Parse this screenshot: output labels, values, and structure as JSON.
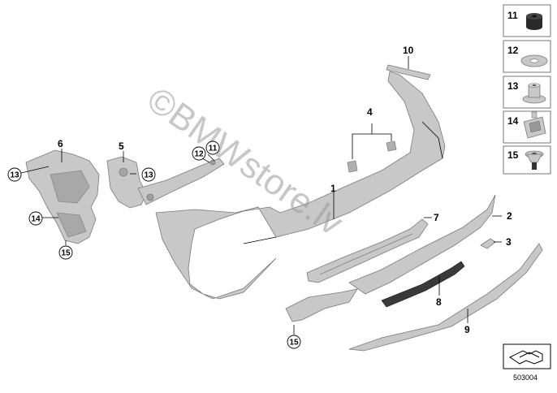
{
  "diagram": {
    "diagram_number": "503004",
    "watermark": "©BMWstore.lv",
    "callouts": [
      "1",
      "2",
      "3",
      "4",
      "5",
      "6",
      "7",
      "8",
      "9",
      "10"
    ],
    "circled_callouts": [
      "11",
      "12",
      "13",
      "13",
      "14",
      "15",
      "15"
    ],
    "legend": [
      {
        "number": "11",
        "icon": "rubber-bump-stop-icon"
      },
      {
        "number": "12",
        "icon": "flat-washer-icon"
      },
      {
        "number": "13",
        "icon": "plastic-nut-icon"
      },
      {
        "number": "14",
        "icon": "expanding-clip-icon"
      },
      {
        "number": "15",
        "icon": "screw-grommet-icon"
      }
    ],
    "colors": {
      "part": "#c8c8c8",
      "outline": "#7a7a7a",
      "dark_part": "#3a3a3a",
      "watermark": "#9a9a9a"
    }
  }
}
